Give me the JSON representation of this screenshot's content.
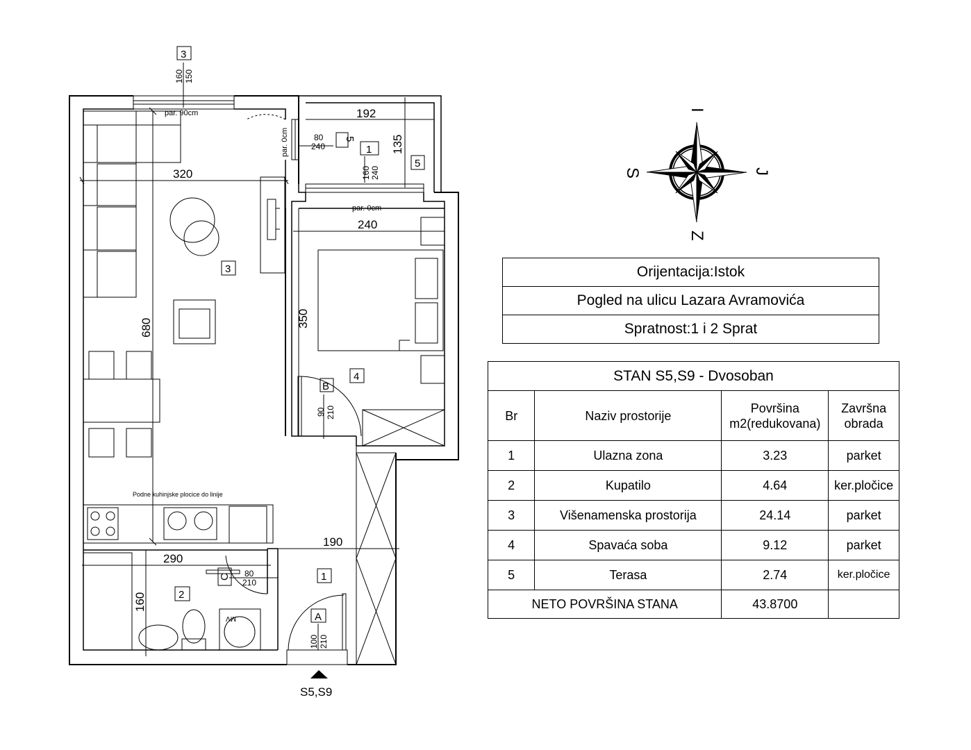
{
  "plan": {
    "dims": {
      "d320": "320",
      "d680": "680",
      "d192": "192",
      "d135": "135",
      "d240": "240",
      "d350": "350",
      "d190": "190",
      "d290": "290",
      "d160": "160"
    },
    "window_labels": {
      "w_top": "par. 90cm",
      "w_left": "par. 0cm",
      "w_bed": "par. 0cm"
    },
    "tags": {
      "t1": "1",
      "t2": "2",
      "t3": "3",
      "t4": "4",
      "t5": "5"
    },
    "opening_codes": {
      "win3": "3",
      "win1": "1",
      "win5a": "5",
      "win5b": "5",
      "doorA": "A",
      "doorB": "B",
      "doorC": "C"
    },
    "opening_sizes": {
      "win3_w": "160",
      "win3_h": "150",
      "win5_w": "80",
      "win5_h": "240",
      "win1_w": "160",
      "win1_h": "240",
      "doorB_w": "90",
      "doorB_h": "210",
      "doorC_w": "80",
      "doorC_h": "210",
      "doorA_w": "100",
      "doorA_h": "210"
    },
    "kitchen_note": "Podne kuhinjske plocice do linije",
    "washer_label": "MV",
    "entrance_label": "S5,S9"
  },
  "compass": {
    "north": "I",
    "east": "J",
    "south": "Z",
    "west": "S"
  },
  "info": {
    "orientation": "Orijentacija:Istok",
    "view": "Pogled na ulicu Lazara Avramovića",
    "floors": "Spratnost:1 i 2 Sprat"
  },
  "table": {
    "title": "STAN S5,S9 - Dvosoban",
    "headers": {
      "no": "Br",
      "name": "Naziv prostorije",
      "area": "Površina m2(redukovana)",
      "finish": "Završna obrada"
    },
    "rows": [
      {
        "no": "1",
        "name": "Ulazna zona",
        "area": "3.23",
        "finish": "parket"
      },
      {
        "no": "2",
        "name": "Kupatilo",
        "area": "4.64",
        "finish": "ker.pločice"
      },
      {
        "no": "3",
        "name": "Višenamenska prostorija",
        "area": "24.14",
        "finish": "parket"
      },
      {
        "no": "4",
        "name": "Spavaća soba",
        "area": "9.12",
        "finish": "parket"
      },
      {
        "no": "5",
        "name": "Terasa",
        "area": "2.74",
        "finish": "ker.pločice"
      }
    ],
    "total_label": "NETO POVRŠINA STANA",
    "total_value": "43.8700"
  }
}
